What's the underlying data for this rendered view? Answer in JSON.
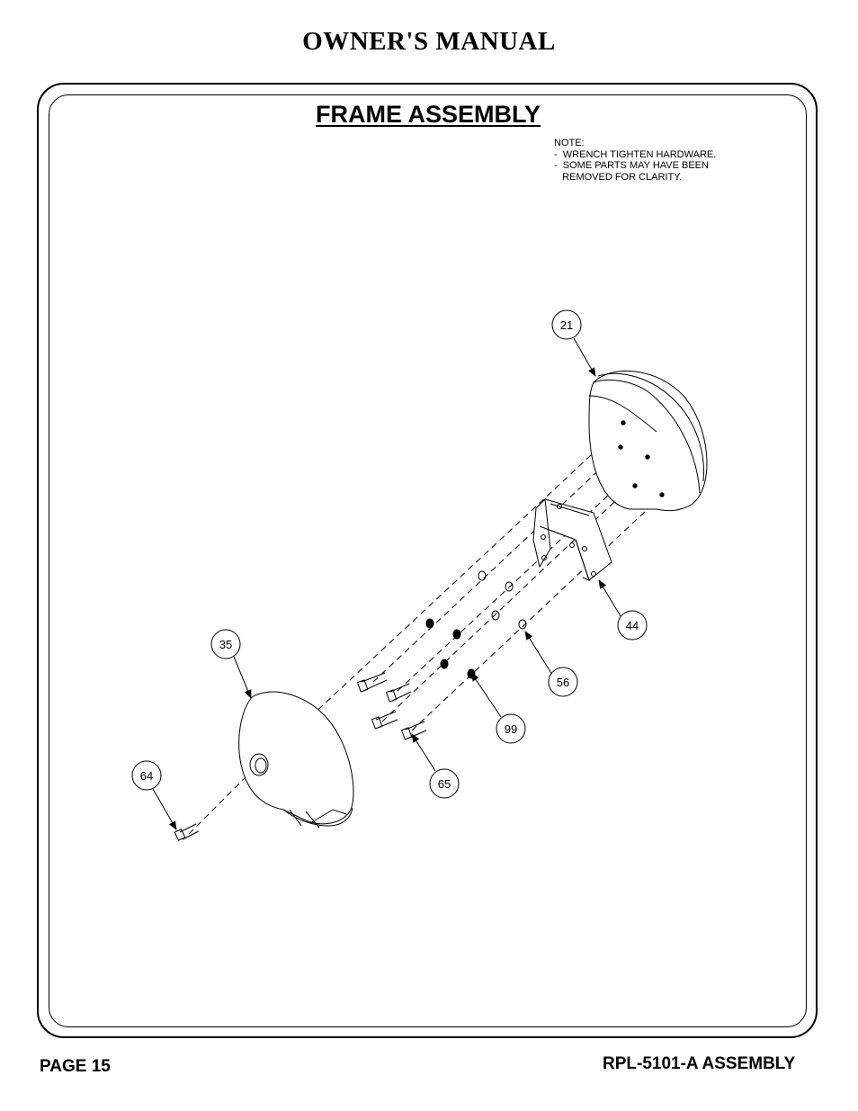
{
  "header": {
    "title": "OWNER'S MANUAL"
  },
  "section": {
    "title": "FRAME ASSEMBLY"
  },
  "note": {
    "text": "NOTE:\n-  WRENCH TIGHTEN HARDWARE.\n-  SOME PARTS MAY HAVE BEEN\n   REMOVED FOR CLARITY."
  },
  "callouts": [
    "21",
    "44",
    "56",
    "99",
    "65",
    "35",
    "64"
  ],
  "footer": {
    "page": "PAGE 15",
    "doc": "RPL-5101-A ASSEMBLY"
  }
}
